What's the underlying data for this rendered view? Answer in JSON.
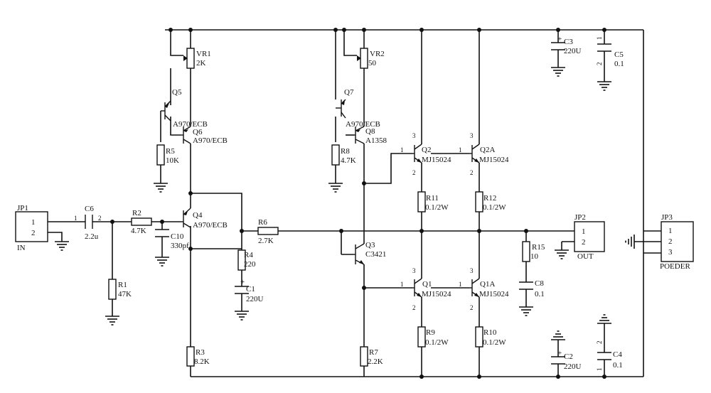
{
  "labels": {
    "jp1": "JP1",
    "jp1_p1": "1",
    "jp1_p2": "2",
    "jp1_in": "IN",
    "c6": "C6",
    "c6_val": "2.2u",
    "c6_p1": "1",
    "c6_p2": "2",
    "r1": "R1",
    "r1_val": "47K",
    "r2": "R2",
    "r2_val": "4.7K",
    "c10": "C10",
    "c10_val": "330pf",
    "vr1": "VR1",
    "vr1_val": "2K",
    "q5": "Q5",
    "q5_val": "A970/ECB",
    "q6": "Q6",
    "q6_val": "A970/ECB",
    "r5": "R5",
    "r5_val": "10K",
    "q4": "Q4",
    "q4_val": "A970/ECB",
    "r4": "R4",
    "r4_val": "220",
    "c1": "C1",
    "c1_val": "220U",
    "r3": "R3",
    "r3_val": "8.2K",
    "r6": "R6",
    "r6_val": "2.7K",
    "vr2": "VR2",
    "vr2_val": "50",
    "q7": "Q7",
    "q7_val": "A970/ECB",
    "q8": "Q8",
    "q8_val": "A1358",
    "r8": "R8",
    "r8_val": "4.7K",
    "q3": "Q3",
    "q3_val": "C3421",
    "r7": "R7",
    "r7_val": "2.2K",
    "q2": "Q2",
    "q2_val": "MJ15024",
    "q2a": "Q2A",
    "q2a_val": "MJ15024",
    "r11": "R11",
    "r11_val": "0.1/2W",
    "r12": "R12",
    "r12_val": "0.1/2W",
    "q1": "Q1",
    "q1_val": "MJ15024",
    "q1a": "Q1A",
    "q1a_val": "MJ15024",
    "r9": "R9",
    "r9_val": "0.1/2W",
    "r10": "R10",
    "r10_val": "0.1/2W",
    "jp2": "JP2",
    "jp2_p1": "1",
    "jp2_p2": "2",
    "jp2_out": "OUT",
    "r15": "R15",
    "r15_val": "10",
    "c8": "C8",
    "c8_val": "0.1",
    "c3": "C3",
    "c3_val": "220U",
    "c5": "C5",
    "c5_val": "0.1",
    "c2": "C2",
    "c2_val": "220U",
    "c4": "C4",
    "c4_val": "0.1",
    "jp3": "JP3",
    "jp3_p1": "1",
    "jp3_p2": "2",
    "jp3_p3": "3",
    "jp3_name": "POEDER",
    "pin1": "1",
    "pin2": "2",
    "pin3": "3",
    "plus": "+"
  }
}
